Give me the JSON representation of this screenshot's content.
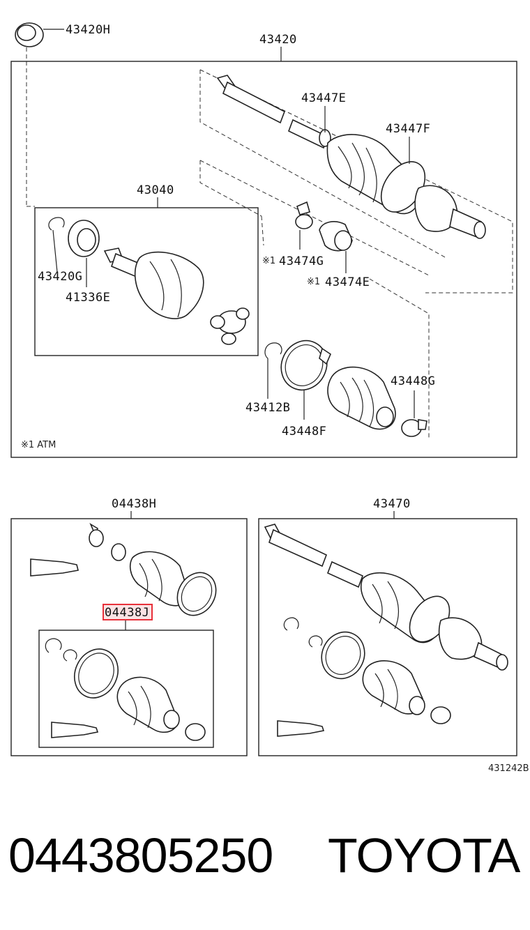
{
  "labels": {
    "l_43420H": "43420H",
    "l_43420": "43420",
    "l_43447E": "43447E",
    "l_43447F": "43447F",
    "l_43040": "43040",
    "l_43420G": "43420G",
    "l_41336E": "41336E",
    "l_43474G": "43474G",
    "l_43474E": "43474E",
    "l_43448G": "43448G",
    "l_43412B": "43412B",
    "l_43448F": "43448F",
    "l_04438H": "04438H",
    "l_43470": "43470",
    "l_04438J": "04438J"
  },
  "marks": {
    "note_mark": "※1",
    "atm_note": "※1 ATM",
    "diagram_code": "431242B"
  },
  "footer": {
    "part_number": "0443805250",
    "brand": "TOYOTA"
  },
  "colors": {
    "highlight": "#e8303a",
    "highlight_fill": "#fbe3e4"
  }
}
